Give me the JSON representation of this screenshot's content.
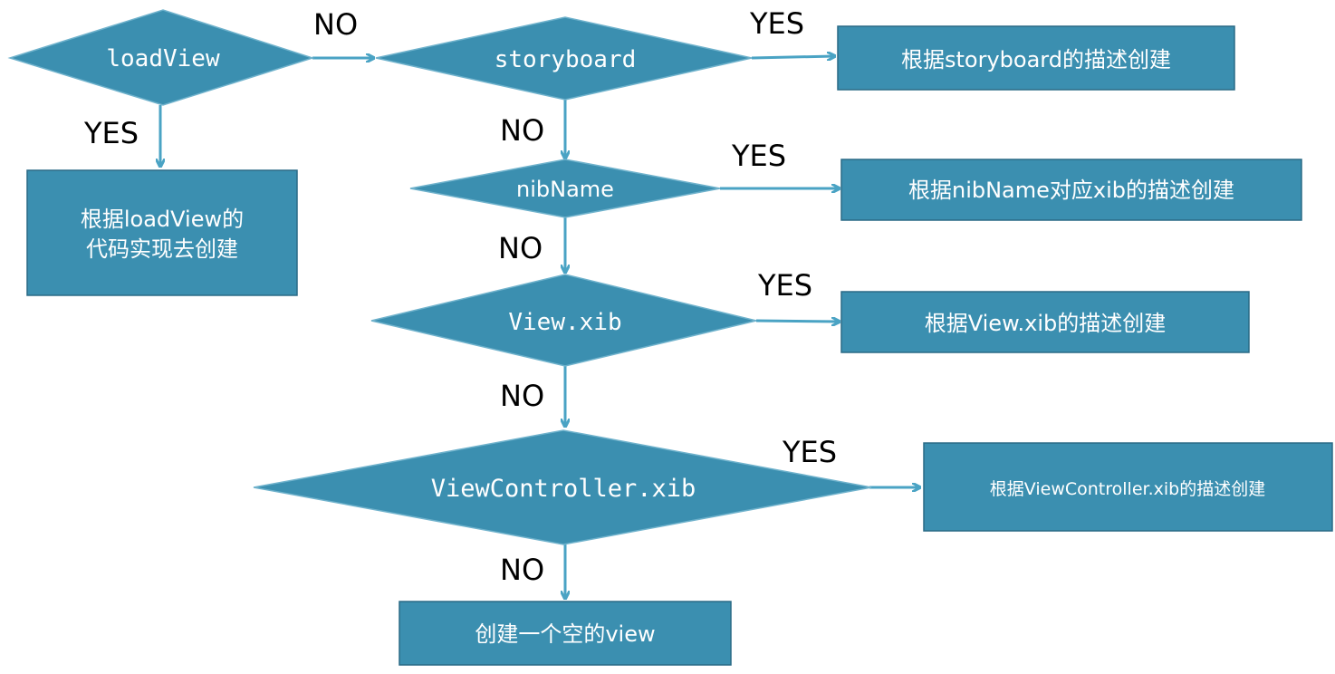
{
  "nodes": {
    "loadview": "loadView",
    "storyboard": "storyboard",
    "nibname": "nibName",
    "viewxib": "View.xib",
    "vcxib": "ViewController.xib"
  },
  "boxes": {
    "loadview_line1": "根据loadView的",
    "loadview_line2": "代码实现去创建",
    "storyboard": "根据storyboard的描述创建",
    "nibname": "根据nibName对应xib的描述创建",
    "viewxib": "根据View.xib的描述创建",
    "vcxib": "根据ViewController.xib的描述创建",
    "empty": "创建一个空的view"
  },
  "edges": {
    "yes": "YES",
    "no": "NO"
  }
}
